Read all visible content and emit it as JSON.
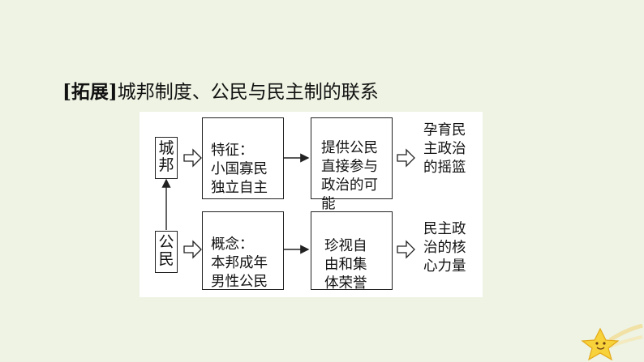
{
  "heading": {
    "tag": "[拓展]",
    "text": "城邦制度、公民与民主制的联系"
  },
  "diagram": {
    "city_state": "城邦",
    "citizen": "公民",
    "feature_text": "特征：\n小国寡民\n独立自主",
    "concept_text": "概念：\n本邦成年\n男性公民",
    "top_middle": "提供公民\n直接参与\n政治的可\n能",
    "bottom_middle": "珍视自\n由和集\n体荣誉",
    "top_result": "孕育民\n主政治\n的摇篮",
    "bottom_result": "民主政\n治的核\n心力量"
  },
  "colors": {
    "background": "#eef3e3",
    "panel": "#ffffff",
    "star": "#f7d23a"
  }
}
